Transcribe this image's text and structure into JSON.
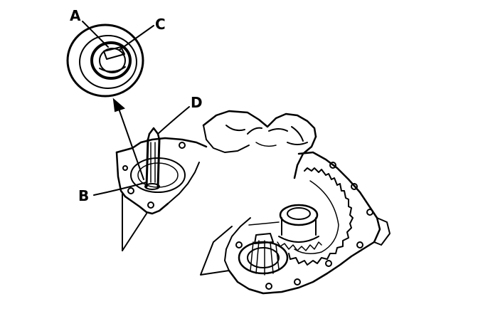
{
  "diagram": {
    "callouts": {
      "a": "A",
      "b": "B",
      "c": "C",
      "d": "D"
    },
    "colors": {
      "ink": "#000000",
      "paper": "#ffffff"
    }
  }
}
